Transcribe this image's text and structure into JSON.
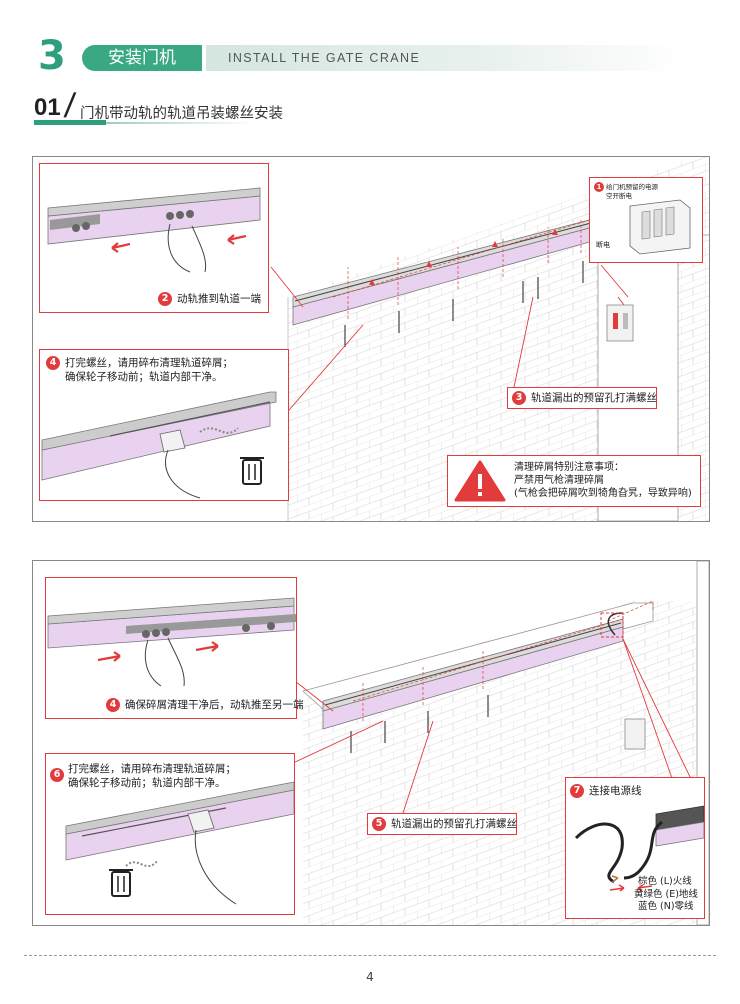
{
  "header": {
    "section_number": "3",
    "section_title_cn": "安装门机",
    "section_title_en": "INSTALL THE GATE CRANE"
  },
  "step": {
    "number": "01",
    "slash": "/",
    "title": "门机带动轨的轨道吊装螺丝安装"
  },
  "panel_top": {
    "callout_push": {
      "badge": "2",
      "text": "动轨推到轨道一端"
    },
    "callout_clean": {
      "badge": "4",
      "line1": "打完螺丝，请用碎布清理轨道碎屑；",
      "line2": "确保轮子移动前；轨道内部干净。"
    },
    "callout_screws": {
      "badge": "3",
      "text": "轨道漏出的预留孔打满螺丝"
    },
    "callout_power": {
      "badge": "1",
      "line1": "给门机预留的电源",
      "line2": "空开断电",
      "switch_label": "断电"
    },
    "warning": {
      "title": "清理碎屑特别注意事项：",
      "line1": "严禁用气枪清理碎屑",
      "line2": "(气枪会把碎屑吹到犄角旮旯，导致异响)"
    }
  },
  "panel_bottom": {
    "callout_push": {
      "badge": "4",
      "text": "确保碎屑清理干净后，动轨推至另一端"
    },
    "callout_clean": {
      "badge": "6",
      "line1": "打完螺丝，请用碎布清理轨道碎屑；",
      "line2": "确保轮子移动前；轨道内部干净。"
    },
    "callout_screws": {
      "badge": "5",
      "text": "轨道漏出的预留孔打满螺丝"
    },
    "callout_wire": {
      "badge": "7",
      "text": "连接电源线",
      "wire1": "棕色 (L)火线",
      "wire2": "黄绿色 (E)地线",
      "wire3": "蓝色 (N)零线"
    }
  },
  "footer": {
    "page_number": "4"
  },
  "colors": {
    "accent": "#2e9f7e",
    "callout_red": "#e23b3b",
    "rail_lavender": "#e9d2ef"
  }
}
